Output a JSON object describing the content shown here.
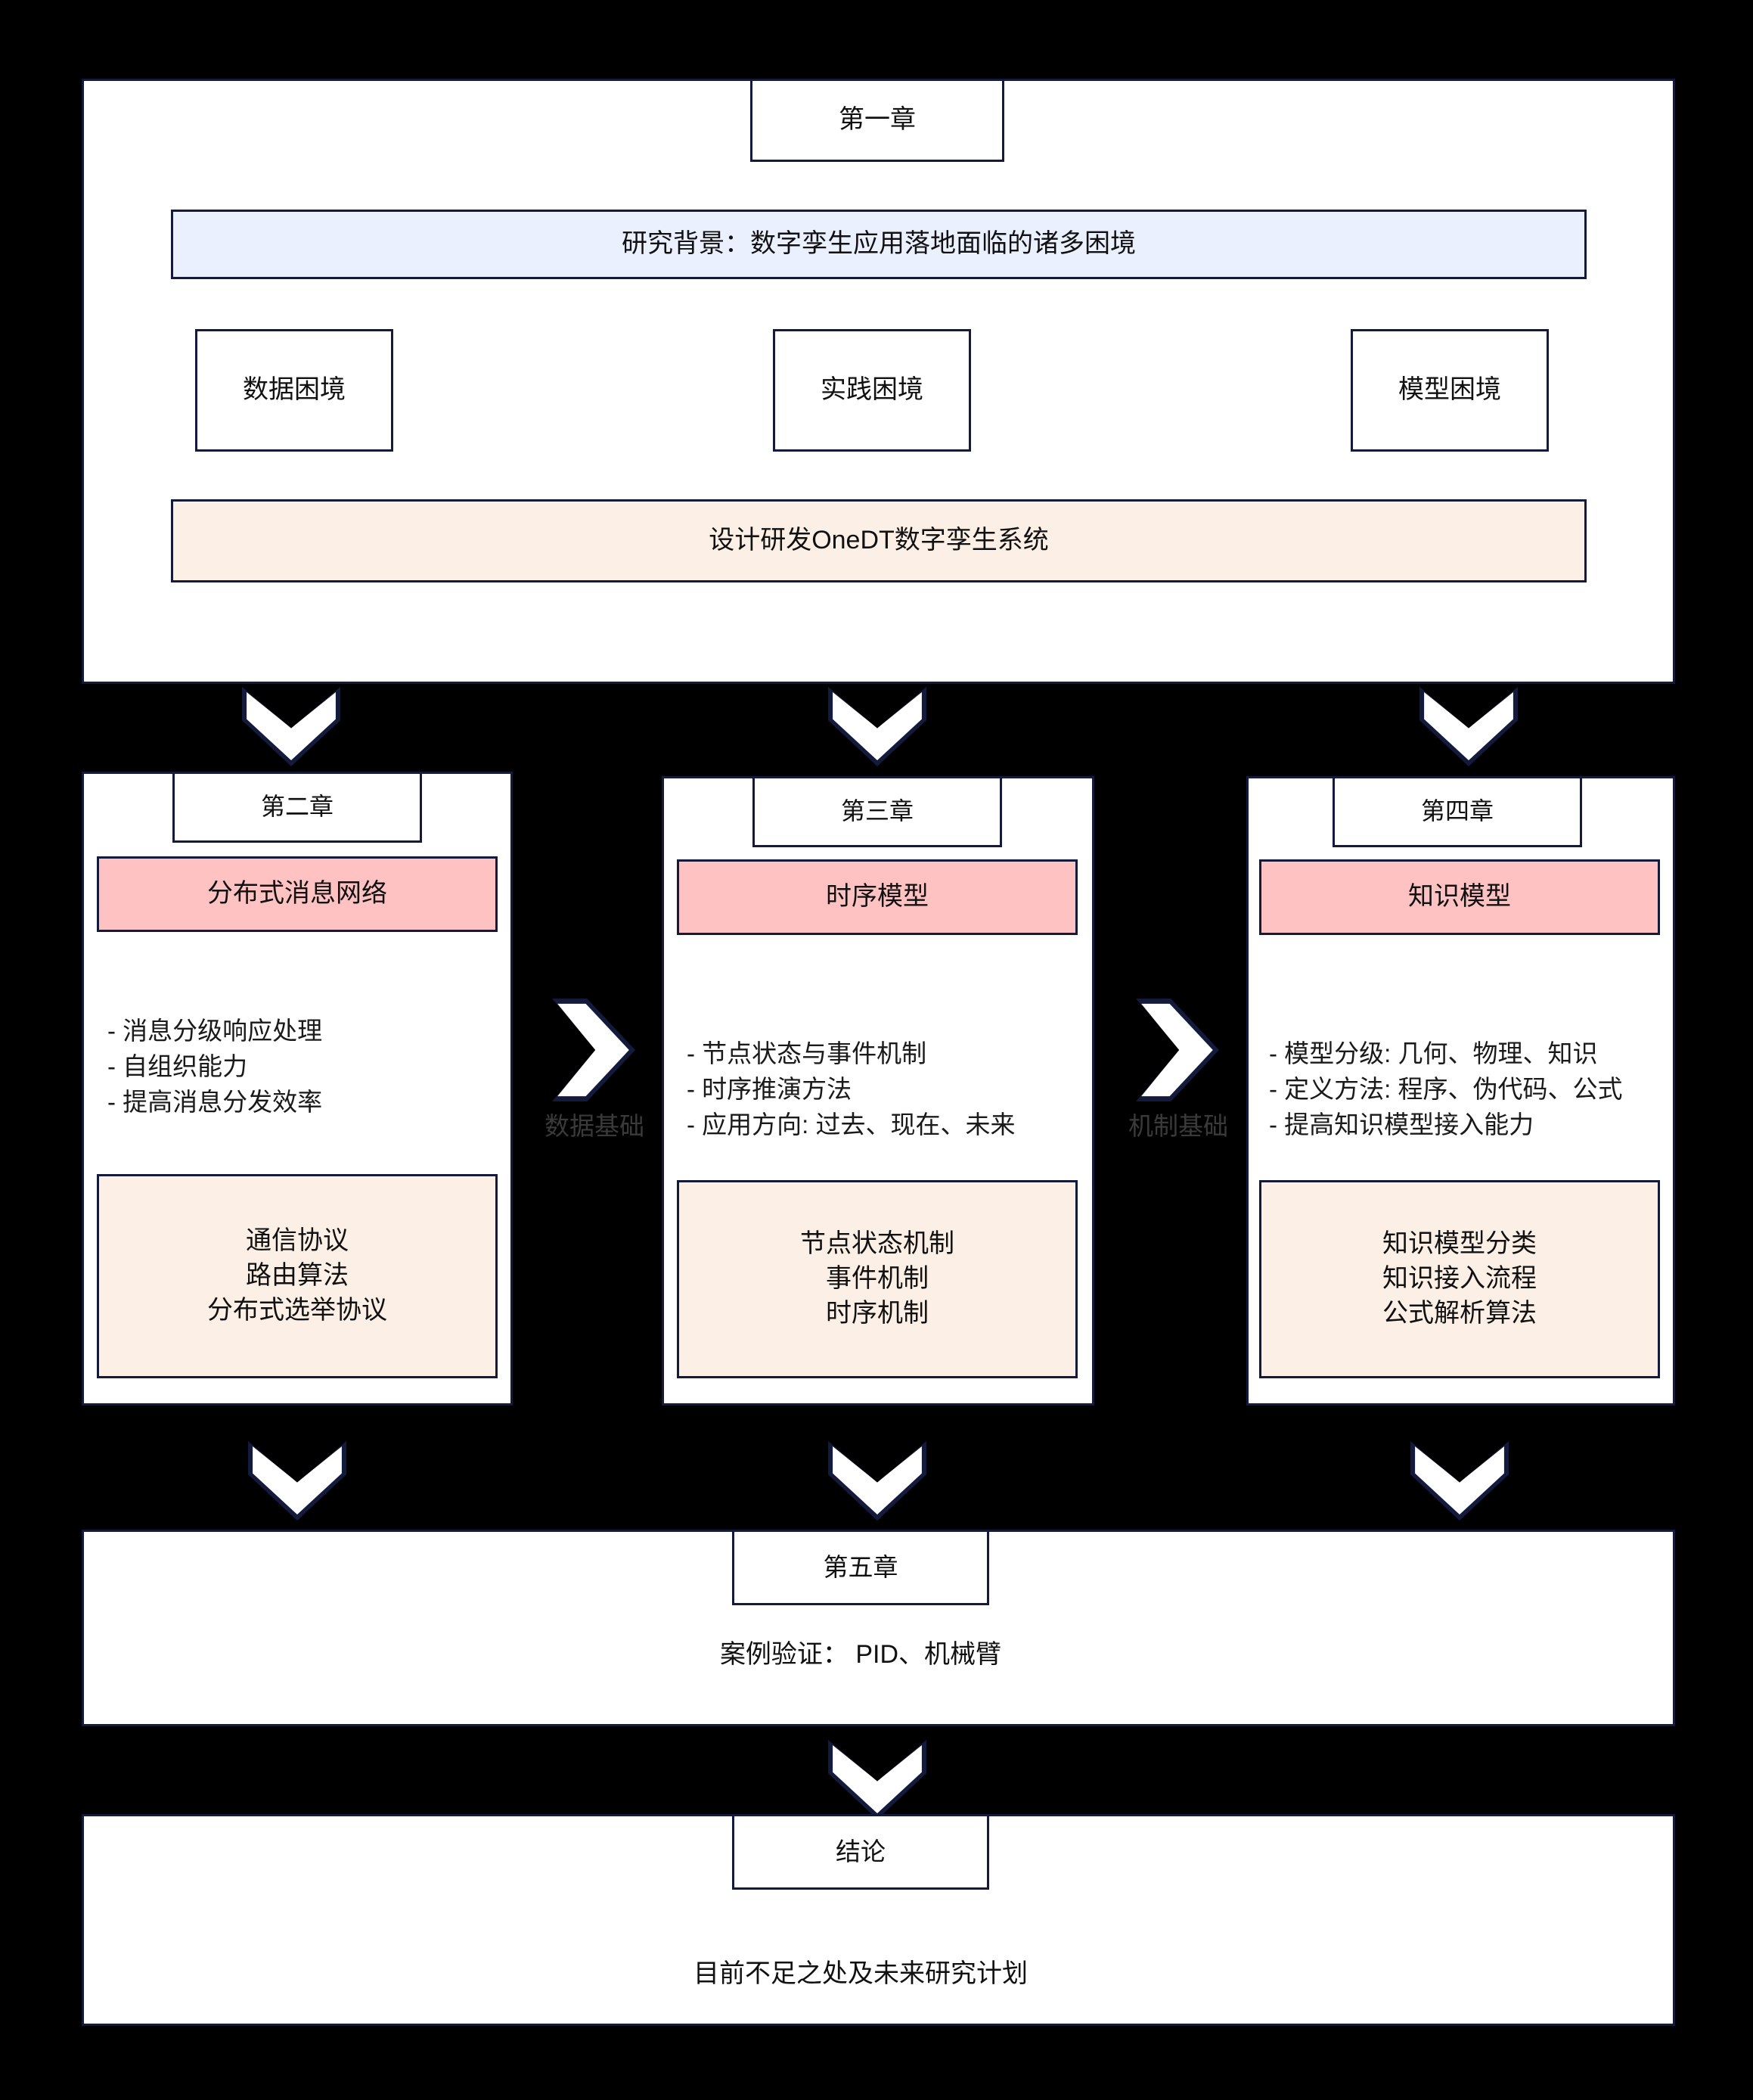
{
  "diagram": {
    "title": "论文章节结构流程图",
    "colors": {
      "border": "#141a3c",
      "panel_bg": "#ffffff",
      "canvas_bg": "#000000",
      "blue_fill": "#eaf0fd",
      "pink_fill": "#ffc2c2",
      "peach_fill": "#fcefe6",
      "arrow_label_text": "#3a3a3a"
    },
    "chapter1": {
      "chapter_label": "第一章",
      "background_banner": "研究背景：数字孪生应用落地面临的诸多困境",
      "dilemmas": [
        "数据困境",
        "实践困境",
        "模型困境"
      ],
      "goal_banner": "设计研发OneDT数字孪生系统"
    },
    "columns": [
      {
        "chapter_label": "第二章",
        "topic": "分布式消息网络",
        "bullets": "- 消息分级响应处理\n- 自组织能力\n- 提高消息分发效率",
        "outcomes": "通信协议\n路由算法\n分布式选举协议"
      },
      {
        "chapter_label": "第三章",
        "topic": "时序模型",
        "bullets": "- 节点状态与事件机制\n- 时序推演方法\n- 应用方向: 过去、现在、未来",
        "outcomes": "节点状态机制\n事件机制\n时序机制"
      },
      {
        "chapter_label": "第四章",
        "topic": "知识模型",
        "bullets": "- 模型分级: 几何、物理、知识\n- 定义方法: 程序、伪代码、公式\n- 提高知识模型接入能力",
        "outcomes": "知识模型分类\n知识接入流程\n公式解析算法"
      }
    ],
    "horizontal_arrows": [
      {
        "label": "数据基础"
      },
      {
        "label": "机制基础"
      }
    ],
    "chapter5": {
      "chapter_label": "第五章",
      "body": "案例验证： PID、机械臂"
    },
    "conclusion": {
      "chapter_label": "结论",
      "body": "目前不足之处及未来研究计划"
    }
  }
}
